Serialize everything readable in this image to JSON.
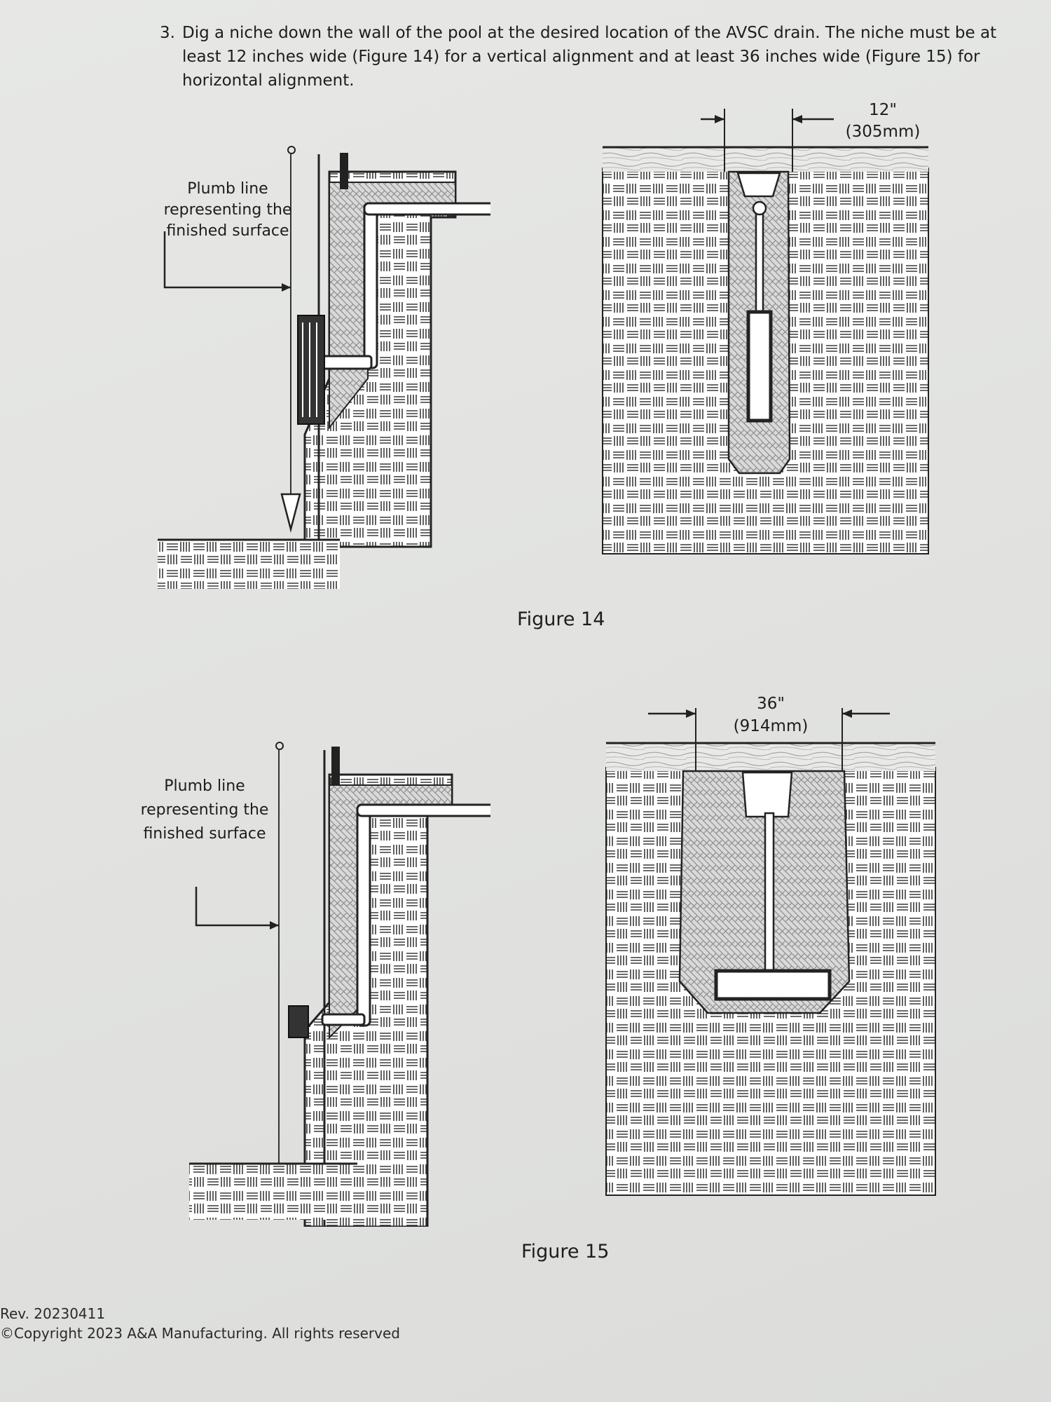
{
  "instruction": {
    "number": "3.",
    "text": "Dig a niche down the wall of the pool at the desired location of the AVSC drain. The niche must be at least 12 inches wide (Figure 14) for a vertical alignment and at least 36 inches wide (Figure 15) for horizontal alignment."
  },
  "figure14": {
    "caption": "Figure 14",
    "plumb_label": [
      "Plumb line",
      "representing the",
      "finished surface"
    ],
    "dim_inches": "12\"",
    "dim_mm": "(305mm)"
  },
  "figure15": {
    "caption": "Figure 15",
    "plumb_label": [
      "Plumb line",
      "representing the",
      "finished surface"
    ],
    "dim_inches": "36\"",
    "dim_mm": "(914mm)"
  },
  "footer": {
    "revision": "Rev. 20230411",
    "copyright": "©Copyright 2023 A&A Manufacturing. All rights reserved"
  }
}
